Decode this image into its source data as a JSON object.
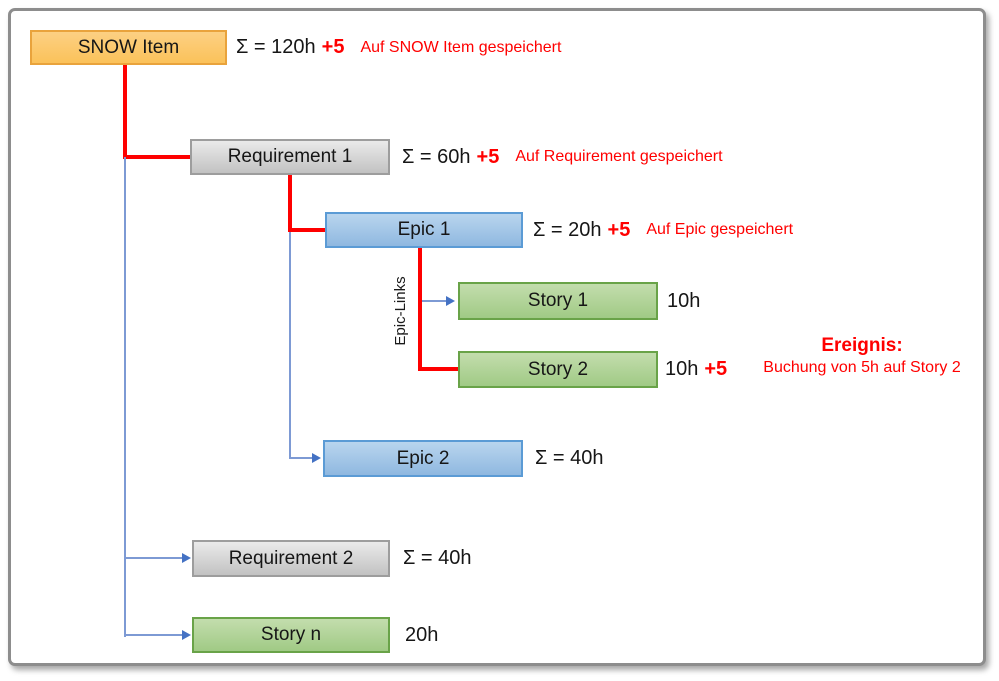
{
  "colors": {
    "event_red": "#ff0000",
    "connector_blue": "#7d9ad4",
    "arrow_blue": "#4472c4",
    "snow_fill": "#fbc55f",
    "snow_border": "#e9a33c",
    "requirement_fill": "#d2d2d2",
    "requirement_border": "#9d9d9d",
    "epic_fill": "#9cc3e5",
    "epic_border": "#5b9bd5",
    "story_fill": "#a9d18e",
    "story_border": "#69a348",
    "frame_border": "#8d8d8d"
  },
  "nodes": {
    "snow_item": {
      "label": "SNOW Item",
      "sum": "Σ = 120h",
      "plus": "+5",
      "note": "Auf SNOW Item gespeichert"
    },
    "requirement_1": {
      "label": "Requirement 1",
      "sum": "Σ = 60h",
      "plus": "+5",
      "note": "Auf Requirement gespeichert"
    },
    "epic_1": {
      "label": "Epic 1",
      "sum": "Σ = 20h",
      "plus": "+5",
      "note": "Auf Epic gespeichert"
    },
    "story_1": {
      "label": "Story 1",
      "sum": "10h"
    },
    "story_2": {
      "label": "Story 2",
      "sum": "10h",
      "plus": "+5"
    },
    "epic_2": {
      "label": "Epic 2",
      "sum": "Σ = 40h"
    },
    "requirement_2": {
      "label": "Requirement 2",
      "sum": "Σ = 40h"
    },
    "story_n": {
      "label": "Story n",
      "sum": "20h"
    }
  },
  "labels": {
    "epic_links": "Epic-Links",
    "event_title": "Ereignis:",
    "event_description": "Buchung von 5h auf Story 2"
  }
}
